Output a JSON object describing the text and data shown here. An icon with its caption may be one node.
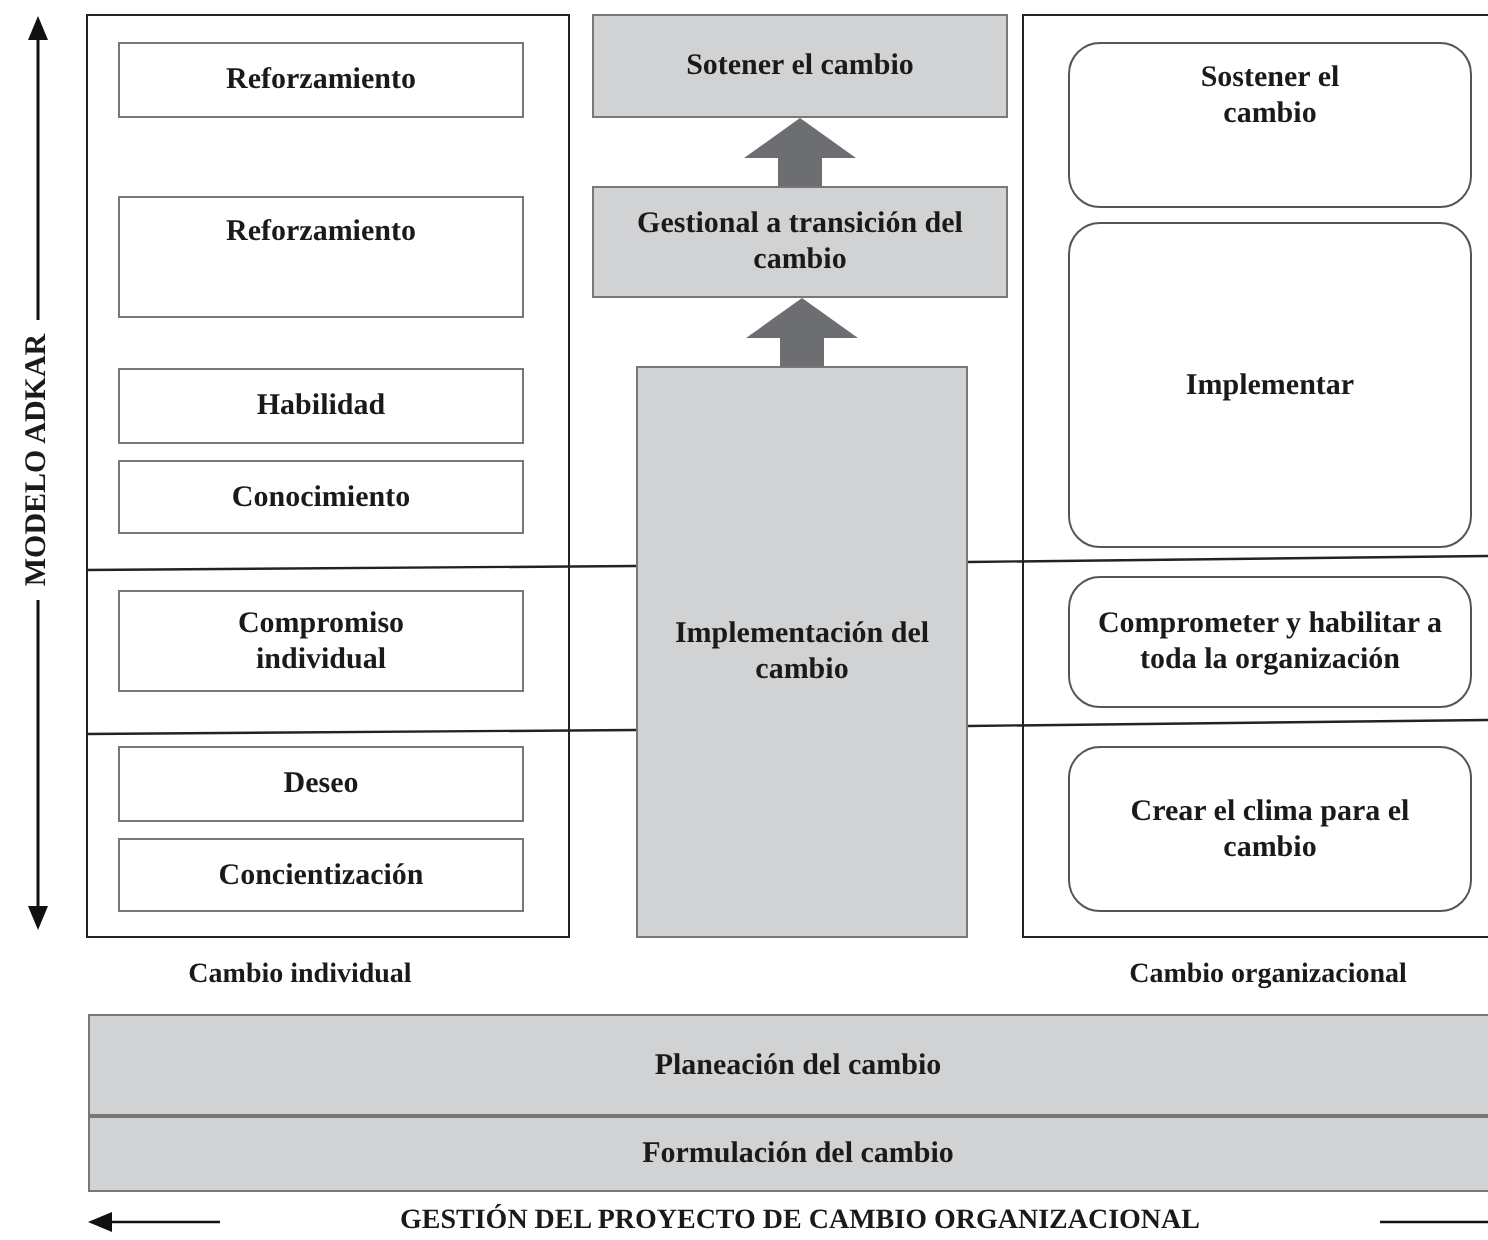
{
  "diagram": {
    "nodes": [
      {
        "text": [],
        "shape": "box",
        "beside": [
          "Cambio individual"
        ]
      },
      {
        "text": [
          "Reforzamiento"
        ],
        "in": 0
      },
      {
        "text": [
          "Reforzamiento"
        ],
        "in": 0
      },
      {
        "text": [
          "Habilidad"
        ],
        "in": 0
      },
      {
        "text": [
          "Conocimiento"
        ],
        "in": 0
      },
      {
        "text": [
          "Compromiso individual"
        ],
        "in": 0
      },
      {
        "text": [
          "Deseo"
        ],
        "in": 0
      },
      {
        "text": [
          "Concientización"
        ],
        "in": 0
      },
      {
        "text": [
          "Sotener el cambio"
        ]
      },
      {
        "text": [
          "Gestional a transición del cambio"
        ]
      },
      {
        "text": [
          "Implementación del cambio"
        ]
      },
      {
        "text": [],
        "shape": "box",
        "beside": [
          "Cambio organizacional"
        ]
      },
      {
        "text": [
          "Sostener el cambio"
        ],
        "in": 11
      },
      {
        "text": [
          "Implementar"
        ],
        "in": 11
      },
      {
        "text": [
          "Comprometer y habilitar a toda la organización"
        ],
        "in": 11
      },
      {
        "text": [
          "Crear el clima para el cambio"
        ],
        "in": 11
      },
      {
        "text": [
          "Planeación del cambio"
        ]
      },
      {
        "text": [
          "Formulación del cambio"
        ]
      }
    ],
    "edges": [
      {
        "from": 10,
        "to": 9,
        "arrow": "to"
      },
      {
        "from": 9,
        "to": 8,
        "arrow": "to"
      }
    ],
    "labels": [
      "MODELO ADKAR",
      "GESTIÓN DEL PROYECTO DE CAMBIO ORGANIZACIONAL"
    ]
  }
}
